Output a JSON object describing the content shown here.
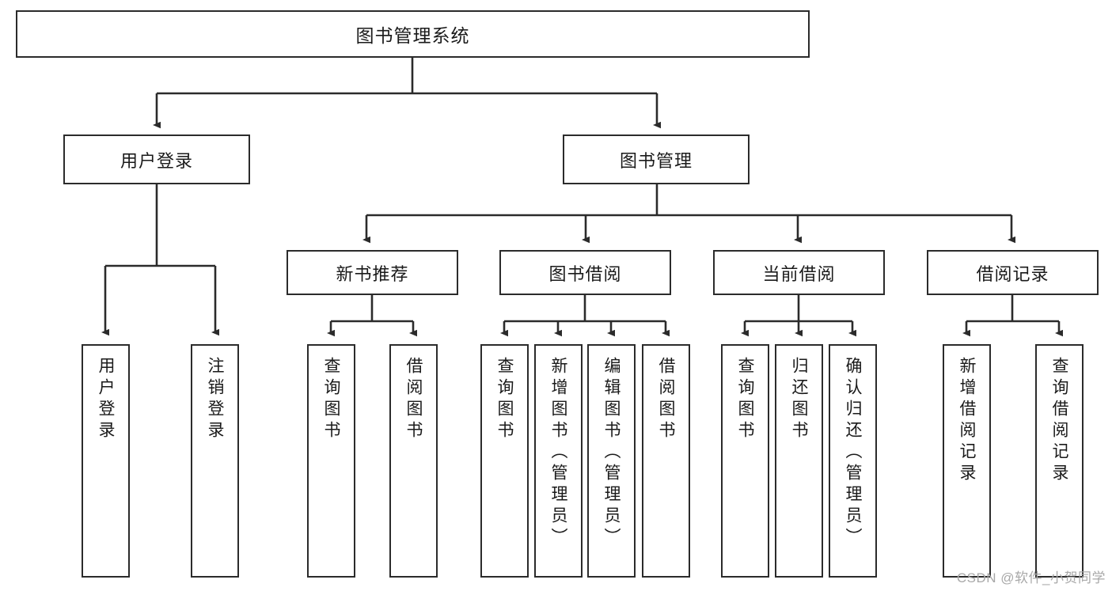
{
  "diagram": {
    "title": "图书管理系统",
    "type": "tree",
    "root": {
      "id": "root",
      "label": "图书管理系统"
    },
    "level2": [
      {
        "id": "user-login",
        "label": "用户登录"
      },
      {
        "id": "book-management",
        "label": "图书管理"
      }
    ],
    "level3": [
      {
        "id": "new-book-recommend",
        "label": "新书推荐",
        "parent": "book-management"
      },
      {
        "id": "book-borrow",
        "label": "图书借阅",
        "parent": "book-management"
      },
      {
        "id": "current-borrow",
        "label": "当前借阅",
        "parent": "book-management"
      },
      {
        "id": "borrow-record",
        "label": "借阅记录",
        "parent": "book-management"
      }
    ],
    "leaves": [
      {
        "id": "leaf-user-login",
        "label": "用户登录",
        "parent": "user-login"
      },
      {
        "id": "leaf-logout",
        "label": "注销登录",
        "parent": "user-login"
      },
      {
        "id": "leaf-query-book-1",
        "label": "查询图书",
        "parent": "new-book-recommend"
      },
      {
        "id": "leaf-borrow-book-1",
        "label": "借阅图书",
        "parent": "new-book-recommend"
      },
      {
        "id": "leaf-query-book-2",
        "label": "查询图书",
        "parent": "book-borrow"
      },
      {
        "id": "leaf-add-book",
        "label": "新增图书（管理员）",
        "parent": "book-borrow"
      },
      {
        "id": "leaf-edit-book",
        "label": "编辑图书（管理员）",
        "parent": "book-borrow"
      },
      {
        "id": "leaf-borrow-book-2",
        "label": "借阅图书",
        "parent": "book-borrow"
      },
      {
        "id": "leaf-query-book-3",
        "label": "查询图书",
        "parent": "current-borrow"
      },
      {
        "id": "leaf-return-book",
        "label": "归还图书",
        "parent": "current-borrow"
      },
      {
        "id": "leaf-confirm-return",
        "label": "确认归还（管理员）",
        "parent": "current-borrow"
      },
      {
        "id": "leaf-add-record",
        "label": "新增借阅记录",
        "parent": "borrow-record"
      },
      {
        "id": "leaf-query-record",
        "label": "查询借阅记录",
        "parent": "borrow-record"
      }
    ],
    "watermark": "CSDN @软件_小贺同学",
    "colors": {
      "box_border": "#2b2b2b",
      "box_fill": "#ffffff",
      "connector": "#2b2b2b",
      "text": "#1a1a1a",
      "watermark": "#a8a8a8",
      "background": "#ffffff"
    }
  }
}
